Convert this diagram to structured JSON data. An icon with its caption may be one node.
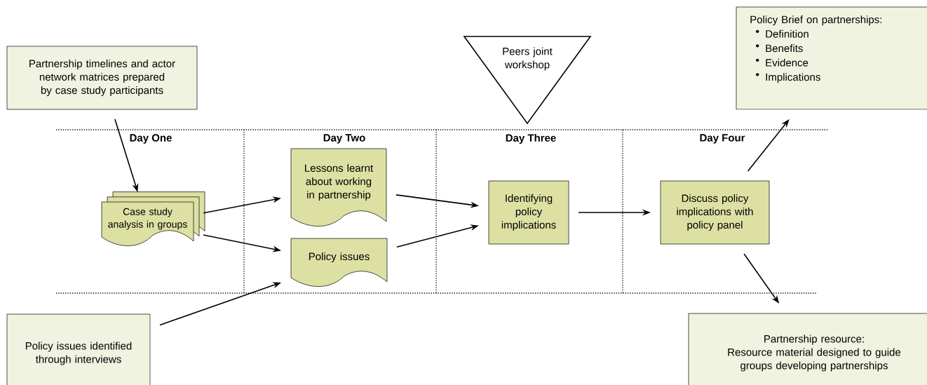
{
  "diagram": {
    "nodes": [
      {
        "text": [
          "Partnership timelines and actor network matrices prepared by case study participants"
        ]
      },
      {
        "text": [
          "Case study analysis in groups"
        ]
      },
      {
        "text": [
          "Lessons learnt about working in partnership"
        ]
      },
      {
        "text": [
          "Policy issues"
        ]
      },
      {
        "text": [
          "Identifying policy implications"
        ]
      },
      {
        "text": [
          "Peers joint workshop"
        ]
      },
      {
        "text": [
          "Discuss policy implications with policy panel"
        ]
      },
      {
        "text": [
          "Policy Brief on partnerships:",
          "Definition",
          "Benefits",
          "Evidence",
          "Implications"
        ]
      },
      {
        "text": [
          "Policy issues identified through interviews"
        ]
      },
      {
        "text": [
          "Partnership resource:",
          "Resource material designed to guide groups developing partnerships"
        ]
      }
    ],
    "edges": [
      {
        "from": 0,
        "to": 1,
        "arrow": "to"
      },
      {
        "from": 1,
        "to": 2,
        "arrow": "to"
      },
      {
        "from": 1,
        "to": 3,
        "arrow": "to"
      },
      {
        "from": 8,
        "to": 3,
        "arrow": "to"
      },
      {
        "from": 2,
        "to": 4,
        "arrow": "to"
      },
      {
        "from": 3,
        "to": 4,
        "arrow": "to"
      },
      {
        "from": 4,
        "to": 6,
        "arrow": "to"
      },
      {
        "from": 6,
        "to": 7,
        "arrow": "to"
      },
      {
        "from": 6,
        "to": 9,
        "arrow": "to"
      }
    ],
    "labels": [
      "Day One",
      "Day Two",
      "Day Three",
      "Day Four"
    ]
  }
}
